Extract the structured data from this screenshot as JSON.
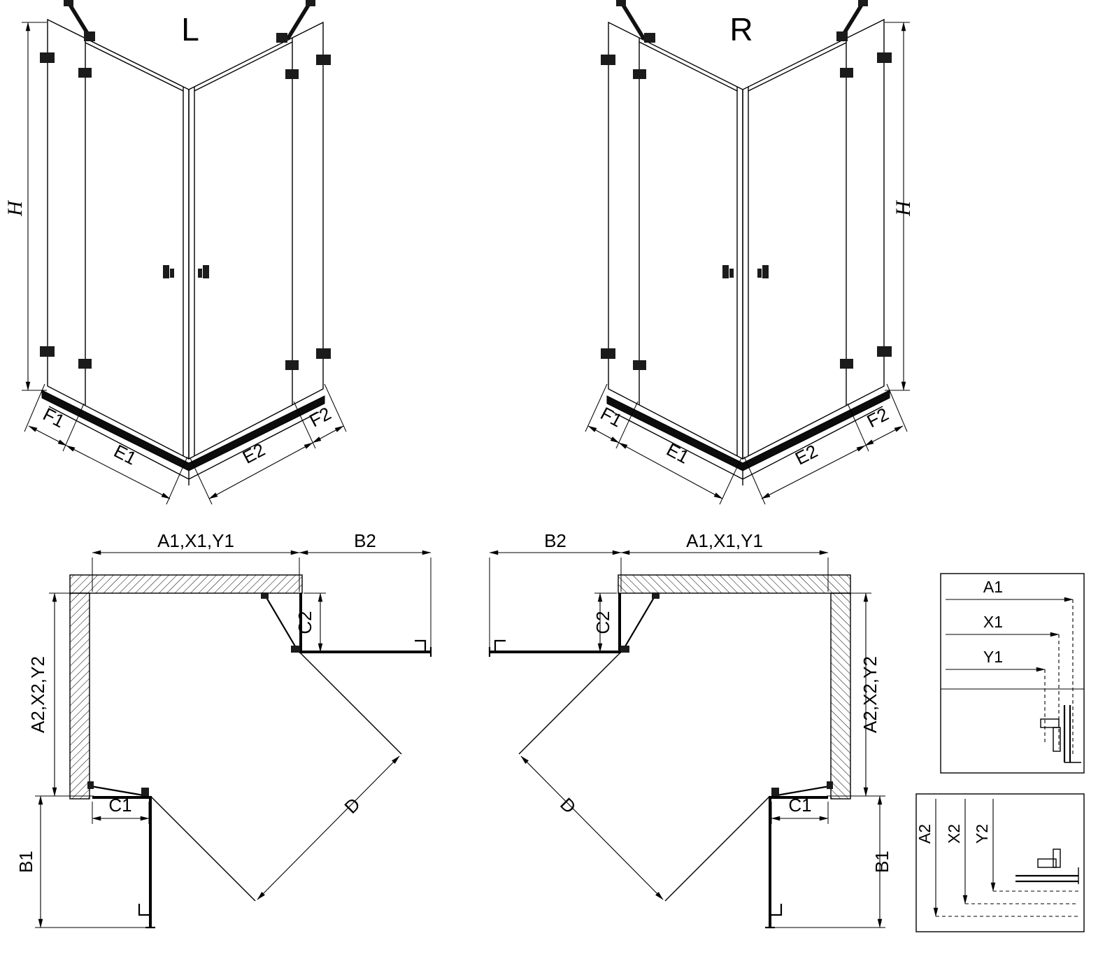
{
  "perspective": {
    "left": {
      "variant": "L",
      "height": "H",
      "segments_left": [
        "F1",
        "E1"
      ],
      "segments_right": [
        "E2",
        "F2"
      ]
    },
    "right": {
      "variant": "R",
      "height": "H",
      "segments_left": [
        "F2",
        "E2"
      ],
      "segments_right": [
        "E1",
        "F1"
      ]
    }
  },
  "plan": {
    "left": {
      "top_width": "A1,X1,Y1",
      "top_door": "B2",
      "side_fixed": "C2",
      "side_depth": "A2,X2,Y2",
      "bottom_fixed": "C1",
      "bottom_door": "B1",
      "entry_width": "D"
    },
    "right": {
      "top_width": "A1,X1,Y1",
      "top_door": "B2",
      "side_fixed": "C2",
      "side_depth": "A2,X2,Y2",
      "bottom_fixed": "C1",
      "bottom_door": "B1",
      "entry_width": "D"
    }
  },
  "details": {
    "horizontal": {
      "labels": [
        "A1",
        "X1",
        "Y1"
      ]
    },
    "vertical": {
      "labels": [
        "A2",
        "X2",
        "Y2"
      ]
    }
  },
  "colors": {
    "line": "#000000",
    "background": "#ffffff"
  }
}
